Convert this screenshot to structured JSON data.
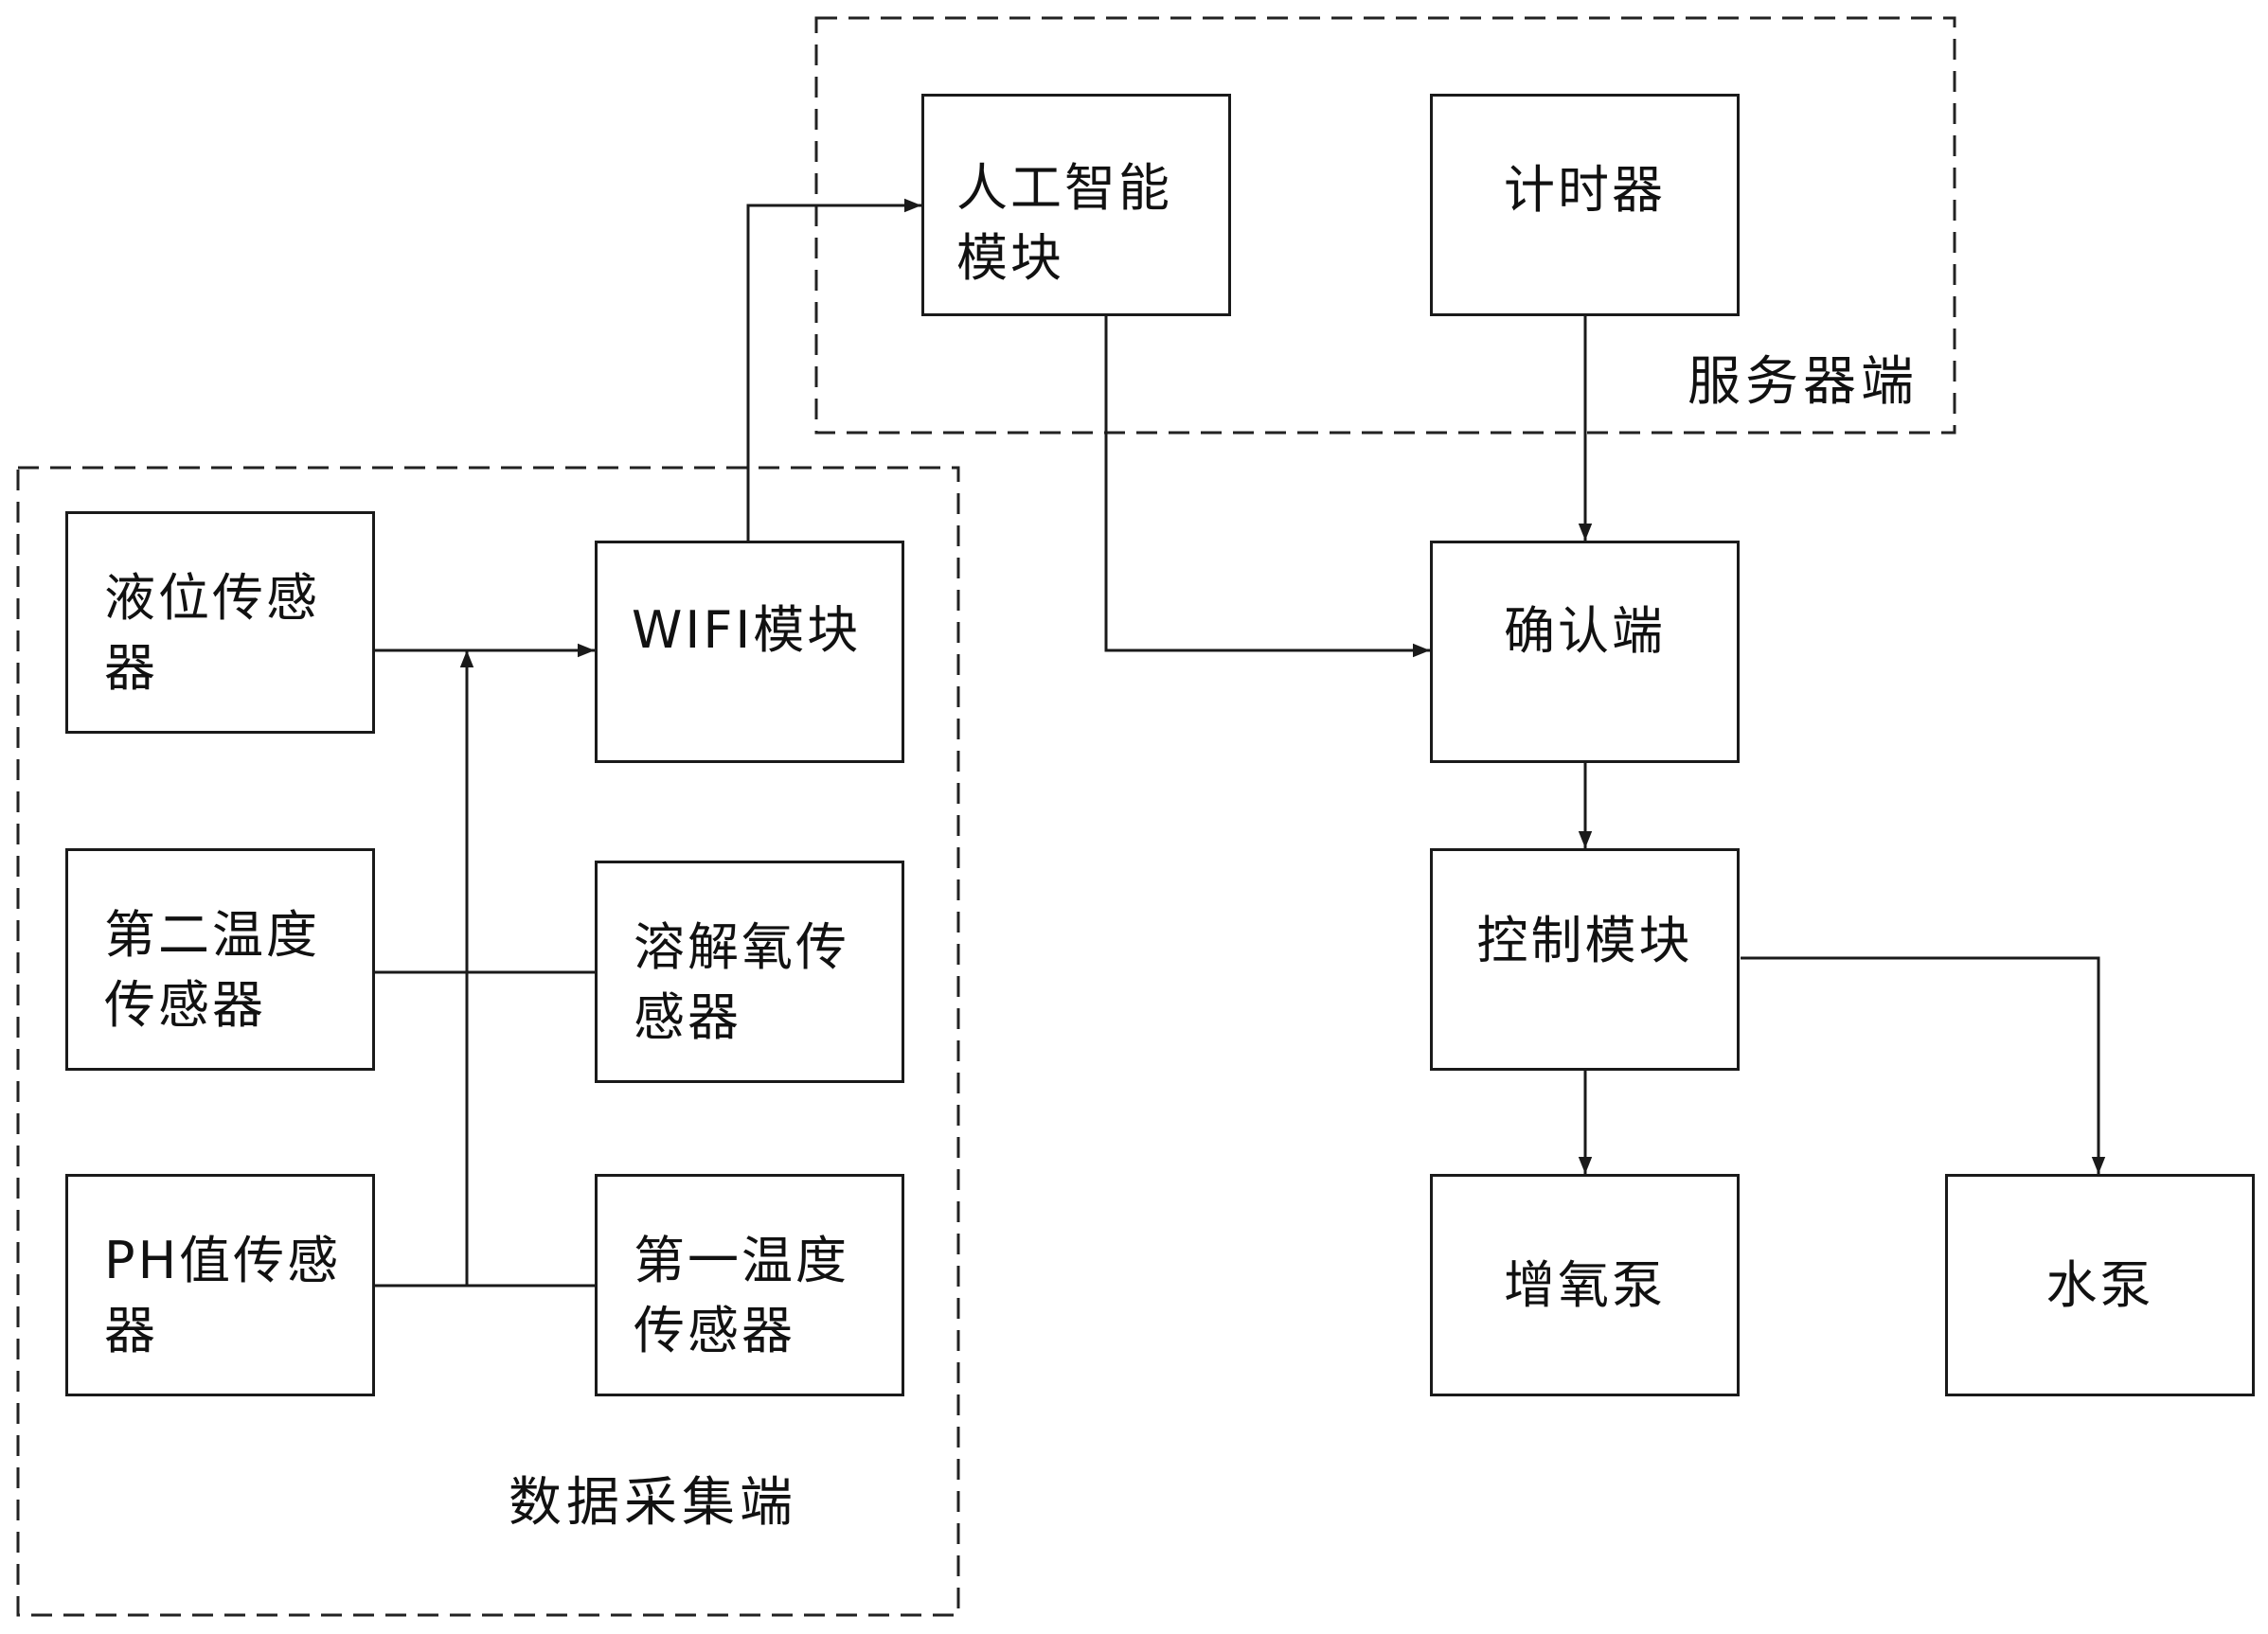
{
  "groups": {
    "data_collection": "数据采集端",
    "server": "服务器端"
  },
  "nodes": {
    "level_sensor": "液位传感\n器",
    "temp2_sensor": "第二温度\n传感器",
    "ph_sensor": "PH值传感\n器",
    "wifi_module": "WIFI模块",
    "do_sensor": "溶解氧传\n感器",
    "temp1_sensor": "第一温度\n传感器",
    "ai_module": "人工智能\n模块",
    "timer": "计时器",
    "confirm": "确认端",
    "control": "控制模块",
    "aerator": "增氧泵",
    "water_pump": "水泵"
  },
  "edges": [
    {
      "from": "level_sensor",
      "to": "wifi_module"
    },
    {
      "from": "temp2_sensor",
      "to": "wifi_module"
    },
    {
      "from": "ph_sensor",
      "to": "wifi_module"
    },
    {
      "from": "do_sensor",
      "to": "wifi_module"
    },
    {
      "from": "temp1_sensor",
      "to": "wifi_module"
    },
    {
      "from": "wifi_module",
      "to": "ai_module"
    },
    {
      "from": "ai_module",
      "to": "confirm"
    },
    {
      "from": "timer",
      "to": "confirm"
    },
    {
      "from": "confirm",
      "to": "control"
    },
    {
      "from": "control",
      "to": "aerator"
    },
    {
      "from": "control",
      "to": "water_pump"
    }
  ]
}
